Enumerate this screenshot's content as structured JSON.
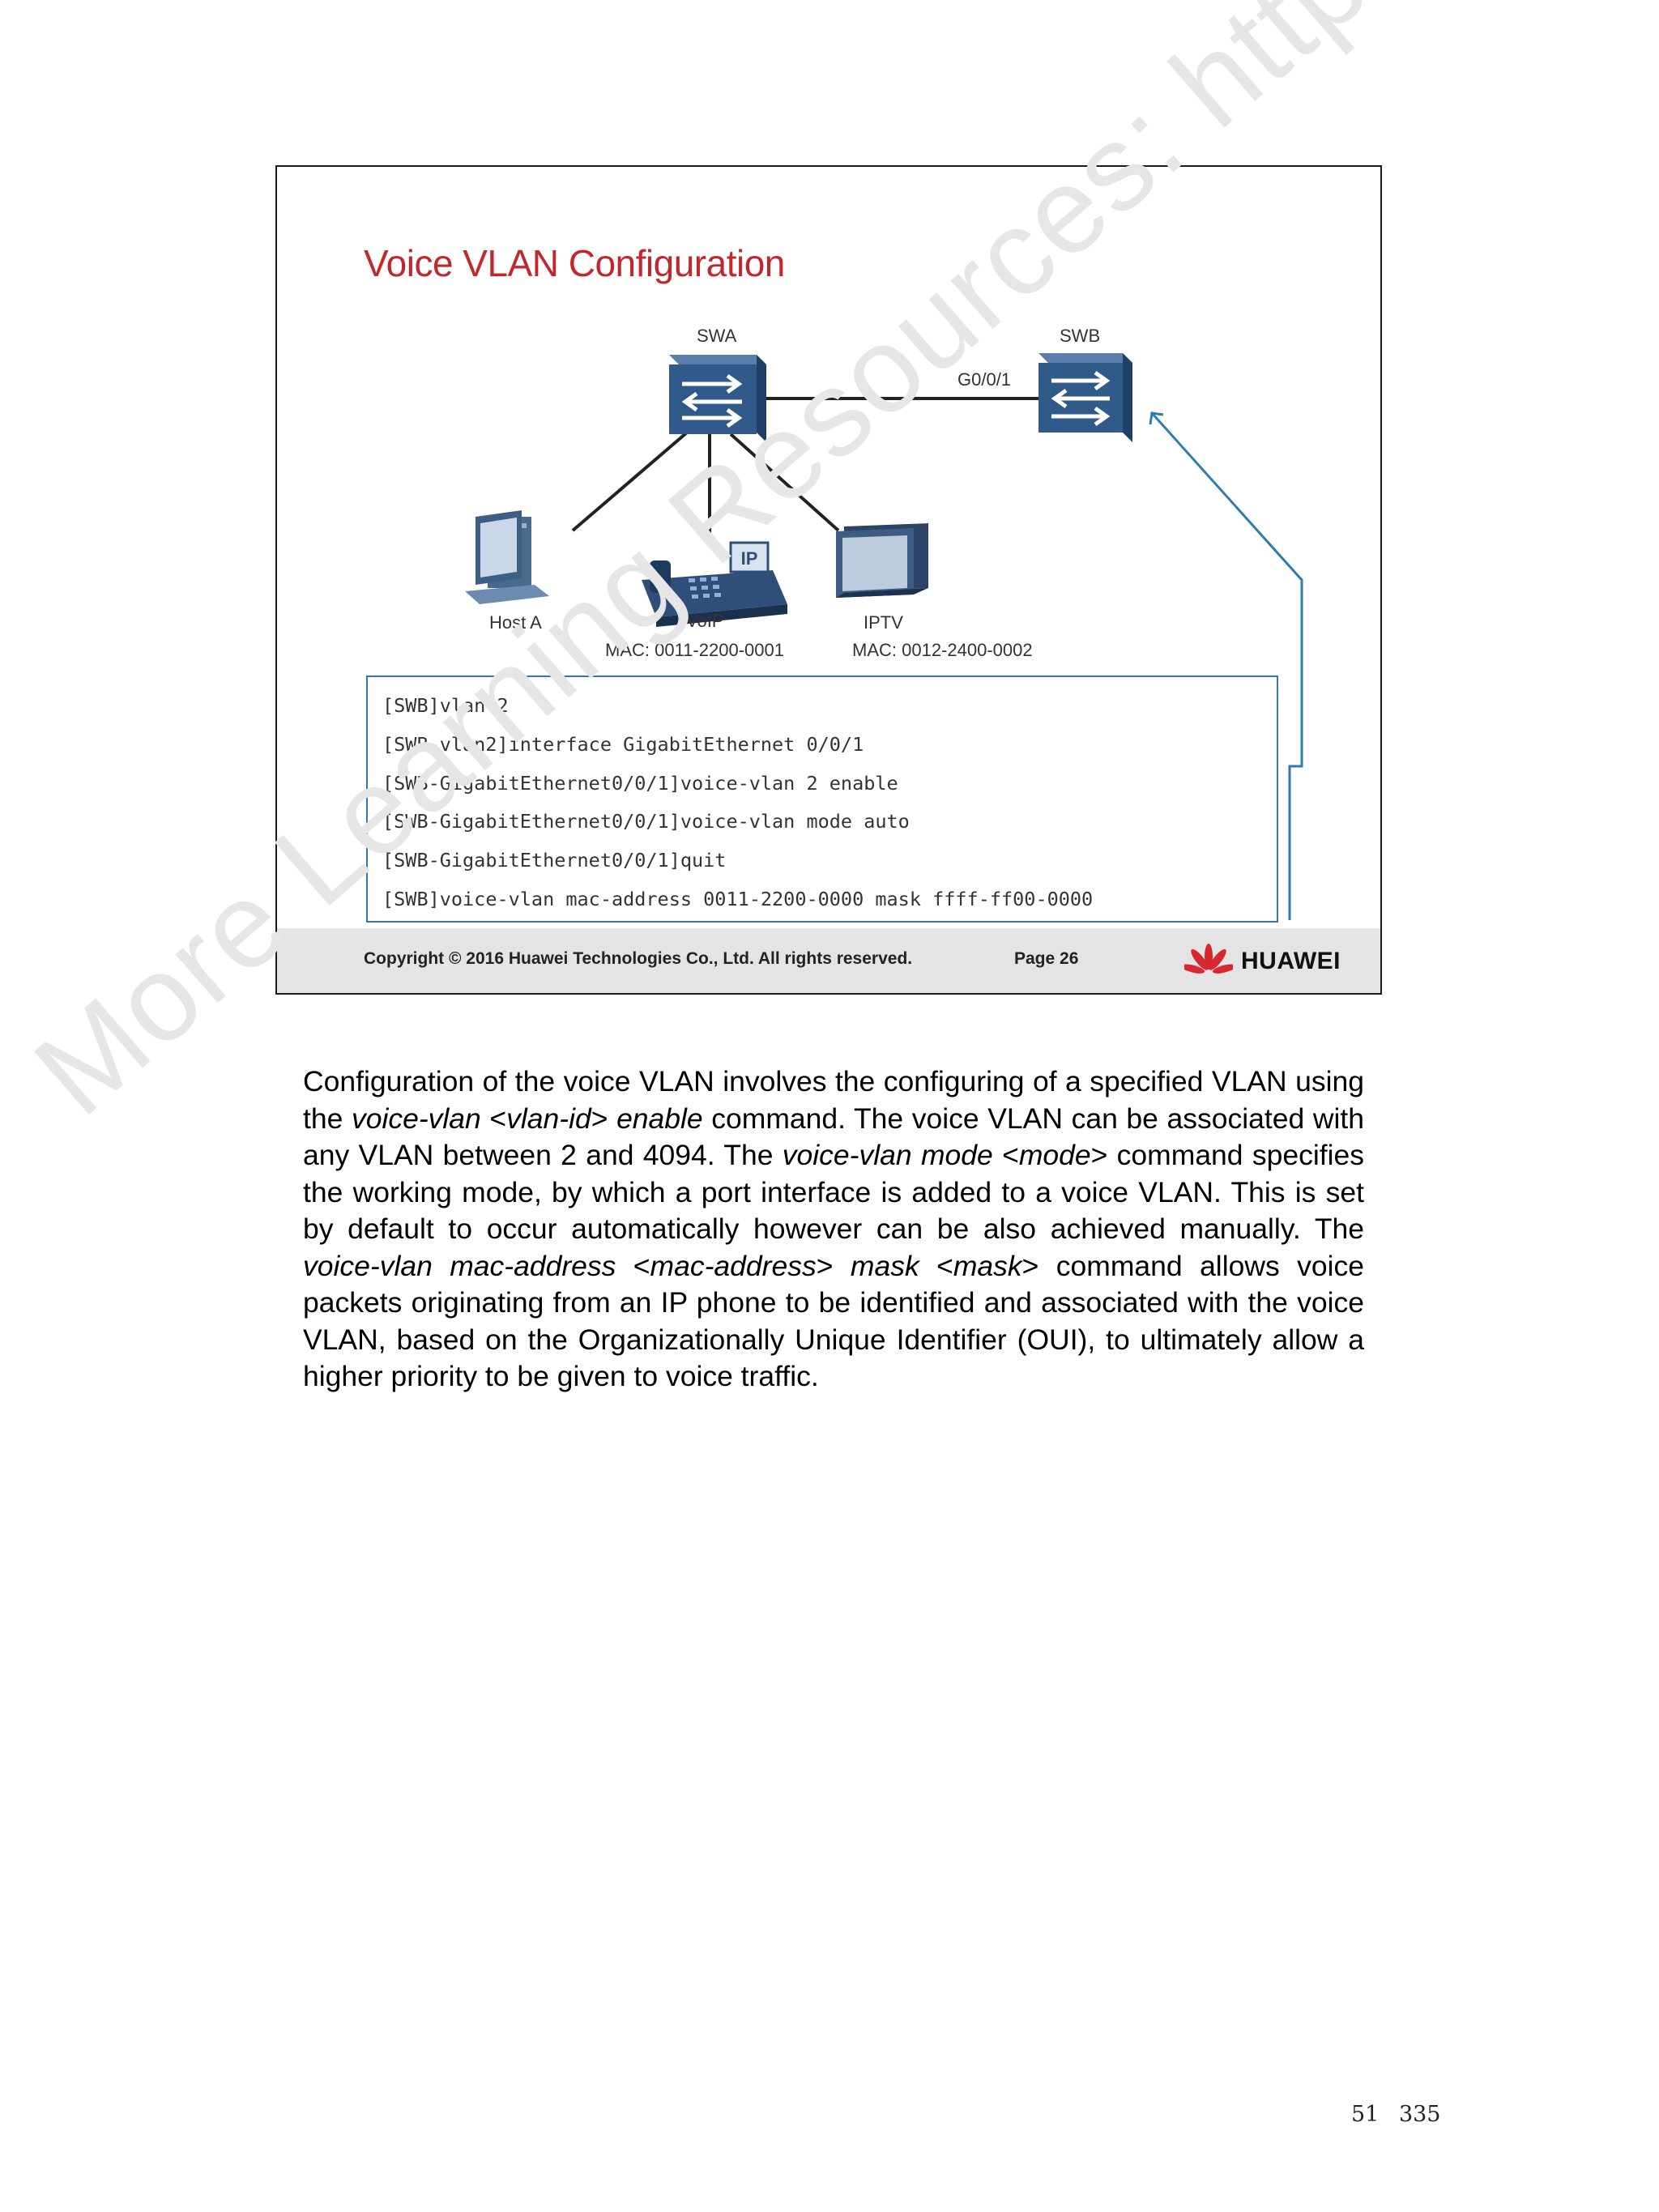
{
  "watermark": "More Learning Resources: http://learning.huawei.com/en",
  "slide": {
    "title": "Voice VLAN Configuration",
    "devices": {
      "swa": "SWA",
      "swb": "SWB",
      "host_a": "Host A",
      "voip": "VoIP",
      "voip_mac": "MAC: 0011-2200-0001",
      "iptv": "IPTV",
      "iptv_mac": "MAC: 0012-2400-0002",
      "port": "G0/0/1",
      "phone_badge": "IP"
    },
    "code_lines": [
      "[SWB]vlan 2",
      "[SWB-vlan2]interface GigabitEthernet 0/0/1",
      "[SWB-GigabitEthernet0/0/1]voice-vlan 2 enable",
      "[SWB-GigabitEthernet0/0/1]voice-vlan mode auto",
      "[SWB-GigabitEthernet0/0/1]quit",
      "[SWB]voice-vlan mac-address 0011-2200-0000 mask ffff-ff00-0000"
    ],
    "footer": {
      "copyright": "Copyright © 2016 Huawei Technologies Co., Ltd. All rights reserved.",
      "page": "Page 26",
      "logo_text": "HUAWEI"
    }
  },
  "body": {
    "t1": "Configuration of the voice VLAN involves the configuring of a specified VLAN using the ",
    "e1": "voice-vlan",
    "t2": " <",
    "e2": "vlan-id",
    "t3": "> ",
    "e3": "enable",
    "t4": " command. The voice VLAN can be associated with any VLAN between 2 and 4094. The ",
    "e4": "voice-vlan mode",
    "t5": " <",
    "e5": "mode",
    "t6": "> command specifies the working mode, by which a port interface is added to a voice VLAN. This is set by default to occur automatically however can be also achieved manually. The ",
    "e6": "voice-vlan mac-address",
    "t7": " <",
    "e7": "mac-address",
    "t8": "> ",
    "e8": "mask",
    "t9": " <",
    "e9": "mask",
    "t10": "> command allows voice packets originating from an IP phone to be identified and associated with the voice VLAN, based on the Organizationally Unique Identifier (OUI), to ultimately allow a higher priority to be given to voice traffic."
  },
  "page_number": "51 335"
}
